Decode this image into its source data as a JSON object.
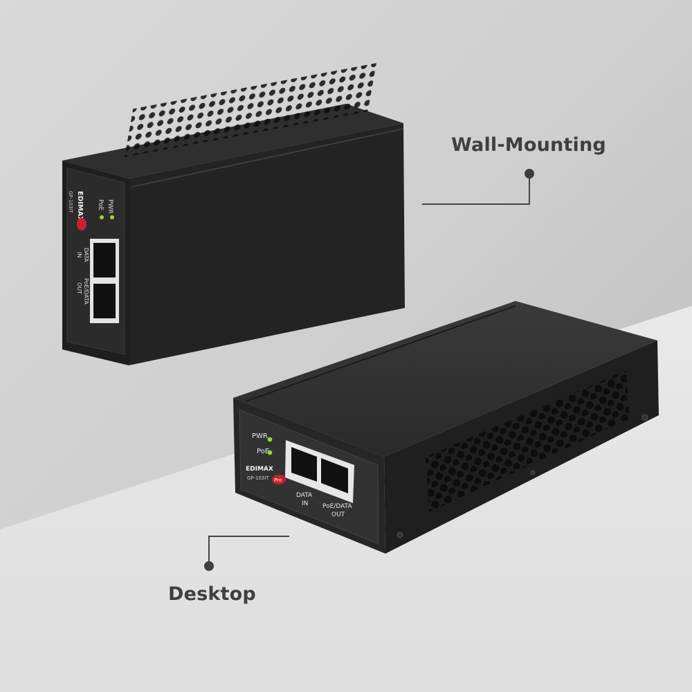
{
  "callouts": {
    "wall": {
      "label": "Wall-Mounting"
    },
    "desktop": {
      "label": "Desktop"
    }
  },
  "device": {
    "brand": "EDIMAX",
    "brand_badge": "Pro",
    "model": "GP-103IT",
    "leds": [
      {
        "label": "PWR",
        "color": "#9fd53a"
      },
      {
        "label": "PoE",
        "color": "#9fd53a"
      }
    ],
    "ports": [
      {
        "label_line1": "DATA",
        "label_line2": "IN"
      },
      {
        "label_line1": "PoE/DATA",
        "label_line2": "OUT"
      }
    ]
  },
  "colors": {
    "wall": "#c9c9c9",
    "floor": "#e6e6e6",
    "chassis": "#262626",
    "label_text": "#3f3f41",
    "badge_red": "#c8202f"
  }
}
